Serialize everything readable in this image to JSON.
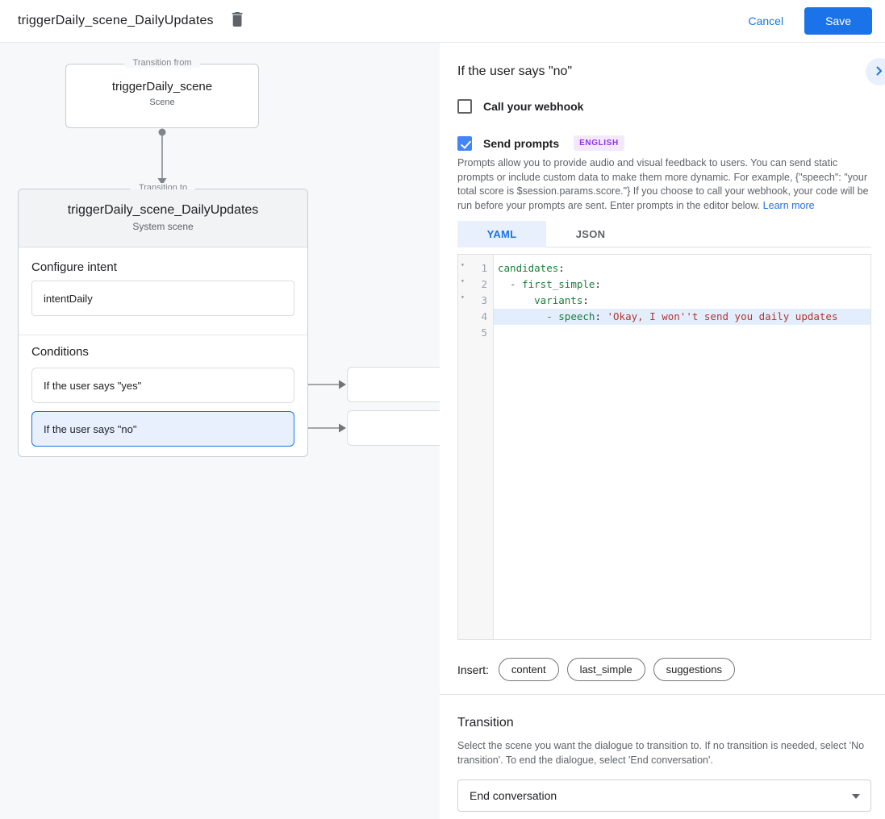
{
  "colors": {
    "accent": "#1a73e8",
    "checkbox_blue": "#4285f4",
    "badge_purple": "#9334e6",
    "selected_condition_bg": "#e8f0fe"
  },
  "header": {
    "title": "triggerDaily_scene_DailyUpdates",
    "trash_icon": "trash-icon",
    "cancel_label": "Cancel",
    "save_label": "Save"
  },
  "canvas": {
    "from": {
      "legend": "Transition from",
      "title": "triggerDaily_scene",
      "subtitle": "Scene"
    },
    "to": {
      "legend": "Transition to",
      "title": "triggerDaily_scene_DailyUpdates",
      "subtitle": "System scene",
      "intent_label": "Configure intent",
      "intent_value": "intentDaily",
      "conditions_label": "Conditions",
      "conditions": [
        {
          "label": "If the user says \"yes\"",
          "selected": false
        },
        {
          "label": "If the user says \"no\"",
          "selected": true
        }
      ]
    }
  },
  "panel": {
    "title": "If the user says \"no\"",
    "collapse_icon": "chevron-right-icon",
    "webhook": {
      "label": "Call your webhook",
      "checked": false
    },
    "prompts": {
      "label": "Send prompts",
      "checked": true,
      "badge": "ENGLISH"
    },
    "description": "Prompts allow you to provide audio and visual feedback to users. You can send static prompts or include custom data to make them more dynamic. For example, {\"speech\": \"your total score is $session.params.score.\"} If you choose to call your webhook, your code will be run before your prompts are sent. Enter prompts in the editor below. ",
    "learn_more": "Learn more",
    "tabs": [
      {
        "label": "YAML",
        "active": true
      },
      {
        "label": "JSON",
        "active": false
      }
    ],
    "editor": {
      "lines": [
        {
          "num": "1",
          "fold": "▾",
          "tokens": [
            {
              "v": "candidates"
            },
            {
              "v": ":"
            }
          ]
        },
        {
          "num": "2",
          "fold": "▾",
          "tokens": [
            {
              "v": "  - "
            },
            {
              "v": "first_simple"
            },
            {
              "v": ":"
            }
          ]
        },
        {
          "num": "3",
          "fold": "▾",
          "tokens": [
            {
              "v": "      "
            },
            {
              "v": "variants"
            },
            {
              "v": ":"
            }
          ]
        },
        {
          "num": "4",
          "fold": "",
          "highlighted": true,
          "tokens": [
            {
              "v": "        "
            },
            {
              "v": "- "
            },
            {
              "v": "speech"
            },
            {
              "v": ": "
            },
            {
              "v": "'Okay, I won''t send you daily updates"
            }
          ]
        },
        {
          "num": "5",
          "fold": "",
          "tokens": []
        }
      ]
    },
    "insert_label": "Insert:",
    "insert_chips": [
      "content",
      "last_simple",
      "suggestions"
    ],
    "transition": {
      "title": "Transition",
      "description": "Select the scene you want the dialogue to transition to. If no transition is needed, select 'No transition'. To end the dialogue, select 'End conversation'.",
      "dropdown_value": "End conversation"
    }
  }
}
